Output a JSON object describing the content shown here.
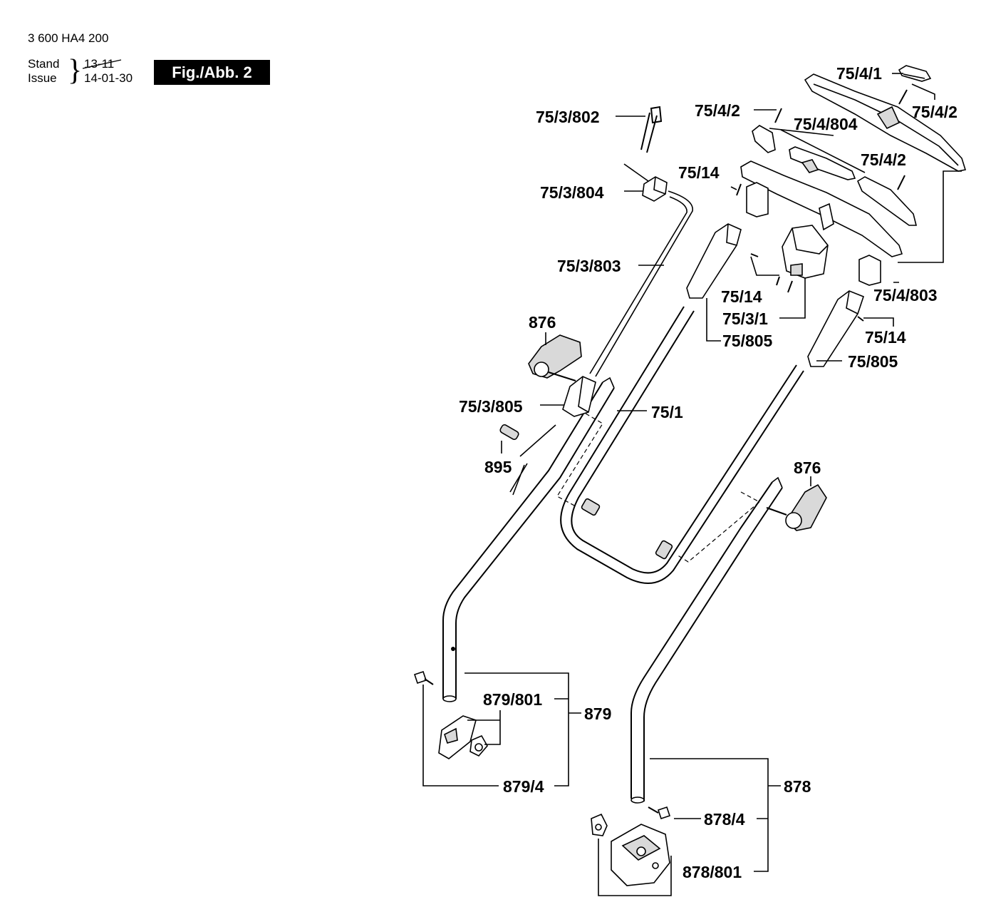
{
  "header": {
    "doc_number": "3 600 HA4 200",
    "stand_label": "Stand",
    "issue_label": "Issue",
    "stand_old": "13-11",
    "issue_date": "14-01-30",
    "figure": "Fig./Abb. 2"
  },
  "labels": {
    "p_75_4_1": "75/4/1",
    "p_75_4_2_a": "75/4/2",
    "p_75_4_2_b": "75/4/2",
    "p_75_4_2_c": "75/4/2",
    "p_75_4_804": "75/4/804",
    "p_75_3_802": "75/3/802",
    "p_75_14_a": "75/14",
    "p_75_3_804": "75/3/804",
    "p_75_3_803": "75/3/803",
    "p_75_14_b": "75/14",
    "p_75_3_1": "75/3/1",
    "p_75_805_a": "75/805",
    "p_75_4_803": "75/4/803",
    "p_75_14_c": "75/14",
    "p_75_805_b": "75/805",
    "p_876_a": "876",
    "p_75_3_805": "75/3/805",
    "p_75_1": "75/1",
    "p_895": "895",
    "p_876_b": "876",
    "p_879_801": "879/801",
    "p_879": "879",
    "p_879_4": "879/4",
    "p_878": "878",
    "p_878_4": "878/4",
    "p_878_801": "878/801"
  }
}
